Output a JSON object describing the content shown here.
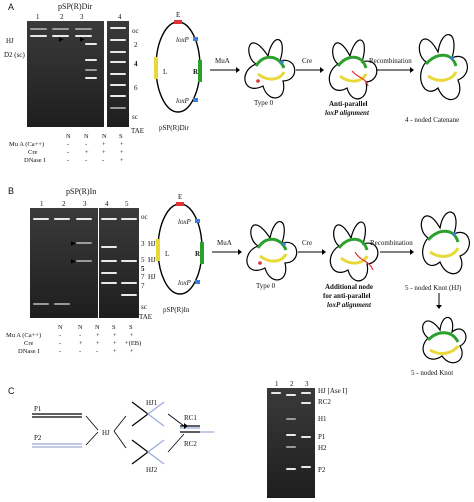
{
  "panelA": {
    "letter": "A",
    "title": "pSP(R)Dir",
    "lanes": [
      "1",
      "2",
      "3",
      "4"
    ],
    "left_labels": [
      "HJ",
      "D2 (sc)"
    ],
    "right_labels": [
      "oc",
      "2",
      "4",
      "6",
      "sc",
      "TAE"
    ],
    "rows": [
      {
        "label": "",
        "values": [
          "N",
          "N",
          "N",
          "S"
        ]
      },
      {
        "label": "Mu A (Ca++)",
        "values": [
          "-",
          "-",
          "+",
          "+"
        ]
      },
      {
        "label": "Cre",
        "values": [
          "-",
          "+",
          "+",
          "+"
        ]
      },
      {
        "label": "DNase I",
        "values": [
          "-",
          "-",
          "-",
          "+"
        ]
      }
    ],
    "plasmid": {
      "E": "E",
      "L": "L",
      "R": "R",
      "loxP1": "loxP",
      "loxP2": "loxP",
      "name": "pSP(R)Dir"
    },
    "steps": [
      "MuA",
      "Cre",
      "Recombination"
    ],
    "captions": {
      "type0": "Type 0",
      "anti1": "Anti-parallel",
      "anti2": "loxP alignment",
      "result": "4 - noded Catenane"
    }
  },
  "panelB": {
    "letter": "B",
    "title": "pSP(R)In",
    "lanes": [
      "1",
      "2",
      "3",
      "4",
      "5"
    ],
    "right_labels": [
      "oc",
      "3",
      "HJ",
      "5",
      "HJ",
      "5",
      "7",
      "HJ",
      "7",
      "sc",
      "TAE"
    ],
    "rows": [
      {
        "label": "",
        "values": [
          "N",
          "N",
          "N",
          "S",
          "S"
        ]
      },
      {
        "label": "Mu A (Ca++)",
        "values": [
          "-",
          "-",
          "+",
          "+",
          "+"
        ]
      },
      {
        "label": "Cre",
        "values": [
          "-",
          "+",
          "+",
          "+",
          "+(EB)"
        ]
      },
      {
        "label": "DNase I",
        "values": [
          "-",
          "-",
          "-",
          "+",
          "+"
        ]
      }
    ],
    "plasmid": {
      "E": "E",
      "L": "L",
      "R": "R",
      "loxP1": "loxP",
      "loxP2": "loxP",
      "name": "pSP(R)In"
    },
    "steps": [
      "MuA",
      "Cre",
      "Recombination"
    ],
    "captions": {
      "type0": "Type 0",
      "add1": "Additional node",
      "add2": "for anti-parallel",
      "add3": "loxP alignment",
      "result1": "5 - noded Knot (HJ)",
      "result2": "5 - noded Knot"
    }
  },
  "panelC": {
    "letter": "C",
    "labels": {
      "P1": "P1",
      "P2": "P2",
      "HJ": "HJ",
      "HJ1": "HJ1",
      "HJ2": "HJ2",
      "RC1": "RC1",
      "RC2": "RC2"
    },
    "lanes": [
      "1",
      "2",
      "3"
    ],
    "gel_labels": [
      "HJ [Ase I]",
      "RC2",
      "H1",
      "P1",
      "H2",
      "P2"
    ]
  }
}
